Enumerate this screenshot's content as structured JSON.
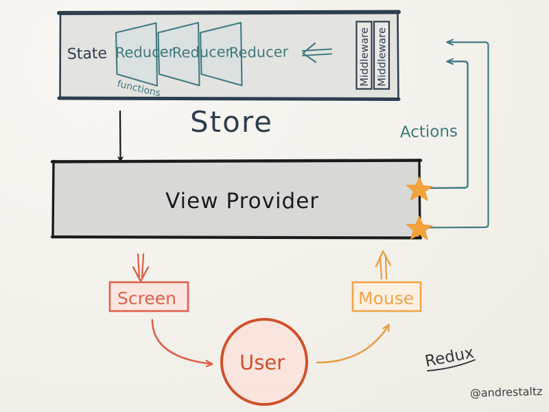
{
  "diagram": {
    "title": "Redux",
    "signature": "@andrestaltz",
    "palette": {
      "paper": "#f5f3ee",
      "navy": "#2d3e4e",
      "teal": "#3f7a80",
      "teal_fill": "#d7dfe0",
      "store_fill": "#e3e3e0",
      "black": "#1a1a1a",
      "view_fill": "#d8d8d6",
      "red": "#e0604a",
      "red_fill": "#fbe5e0",
      "orange": "#efa44a",
      "orange_fill": "#fdf0e0",
      "user_stroke": "#d0502a",
      "user_fill": "#fbe5de",
      "star": "#f5a33c"
    }
  },
  "store": {
    "label": "Store",
    "state_label": "State",
    "reducers": [
      {
        "label": "Reducer"
      },
      {
        "label": "Reducer"
      },
      {
        "label": "Reducer"
      }
    ],
    "functions_annotation": "functions",
    "inner_arrow_icon": "double-left-arrow-icon",
    "middlewares": [
      {
        "label": "Middleware"
      },
      {
        "label": "Middleware"
      }
    ]
  },
  "view_provider": {
    "label": "View Provider",
    "stars": [
      {
        "name": "action-emitter-star-top"
      },
      {
        "name": "action-emitter-star-bottom"
      }
    ]
  },
  "flows": {
    "state_down_label": "",
    "actions_label": "Actions",
    "screen": {
      "label": "Screen"
    },
    "mouse": {
      "label": "Mouse"
    },
    "user": {
      "label": "User"
    }
  }
}
